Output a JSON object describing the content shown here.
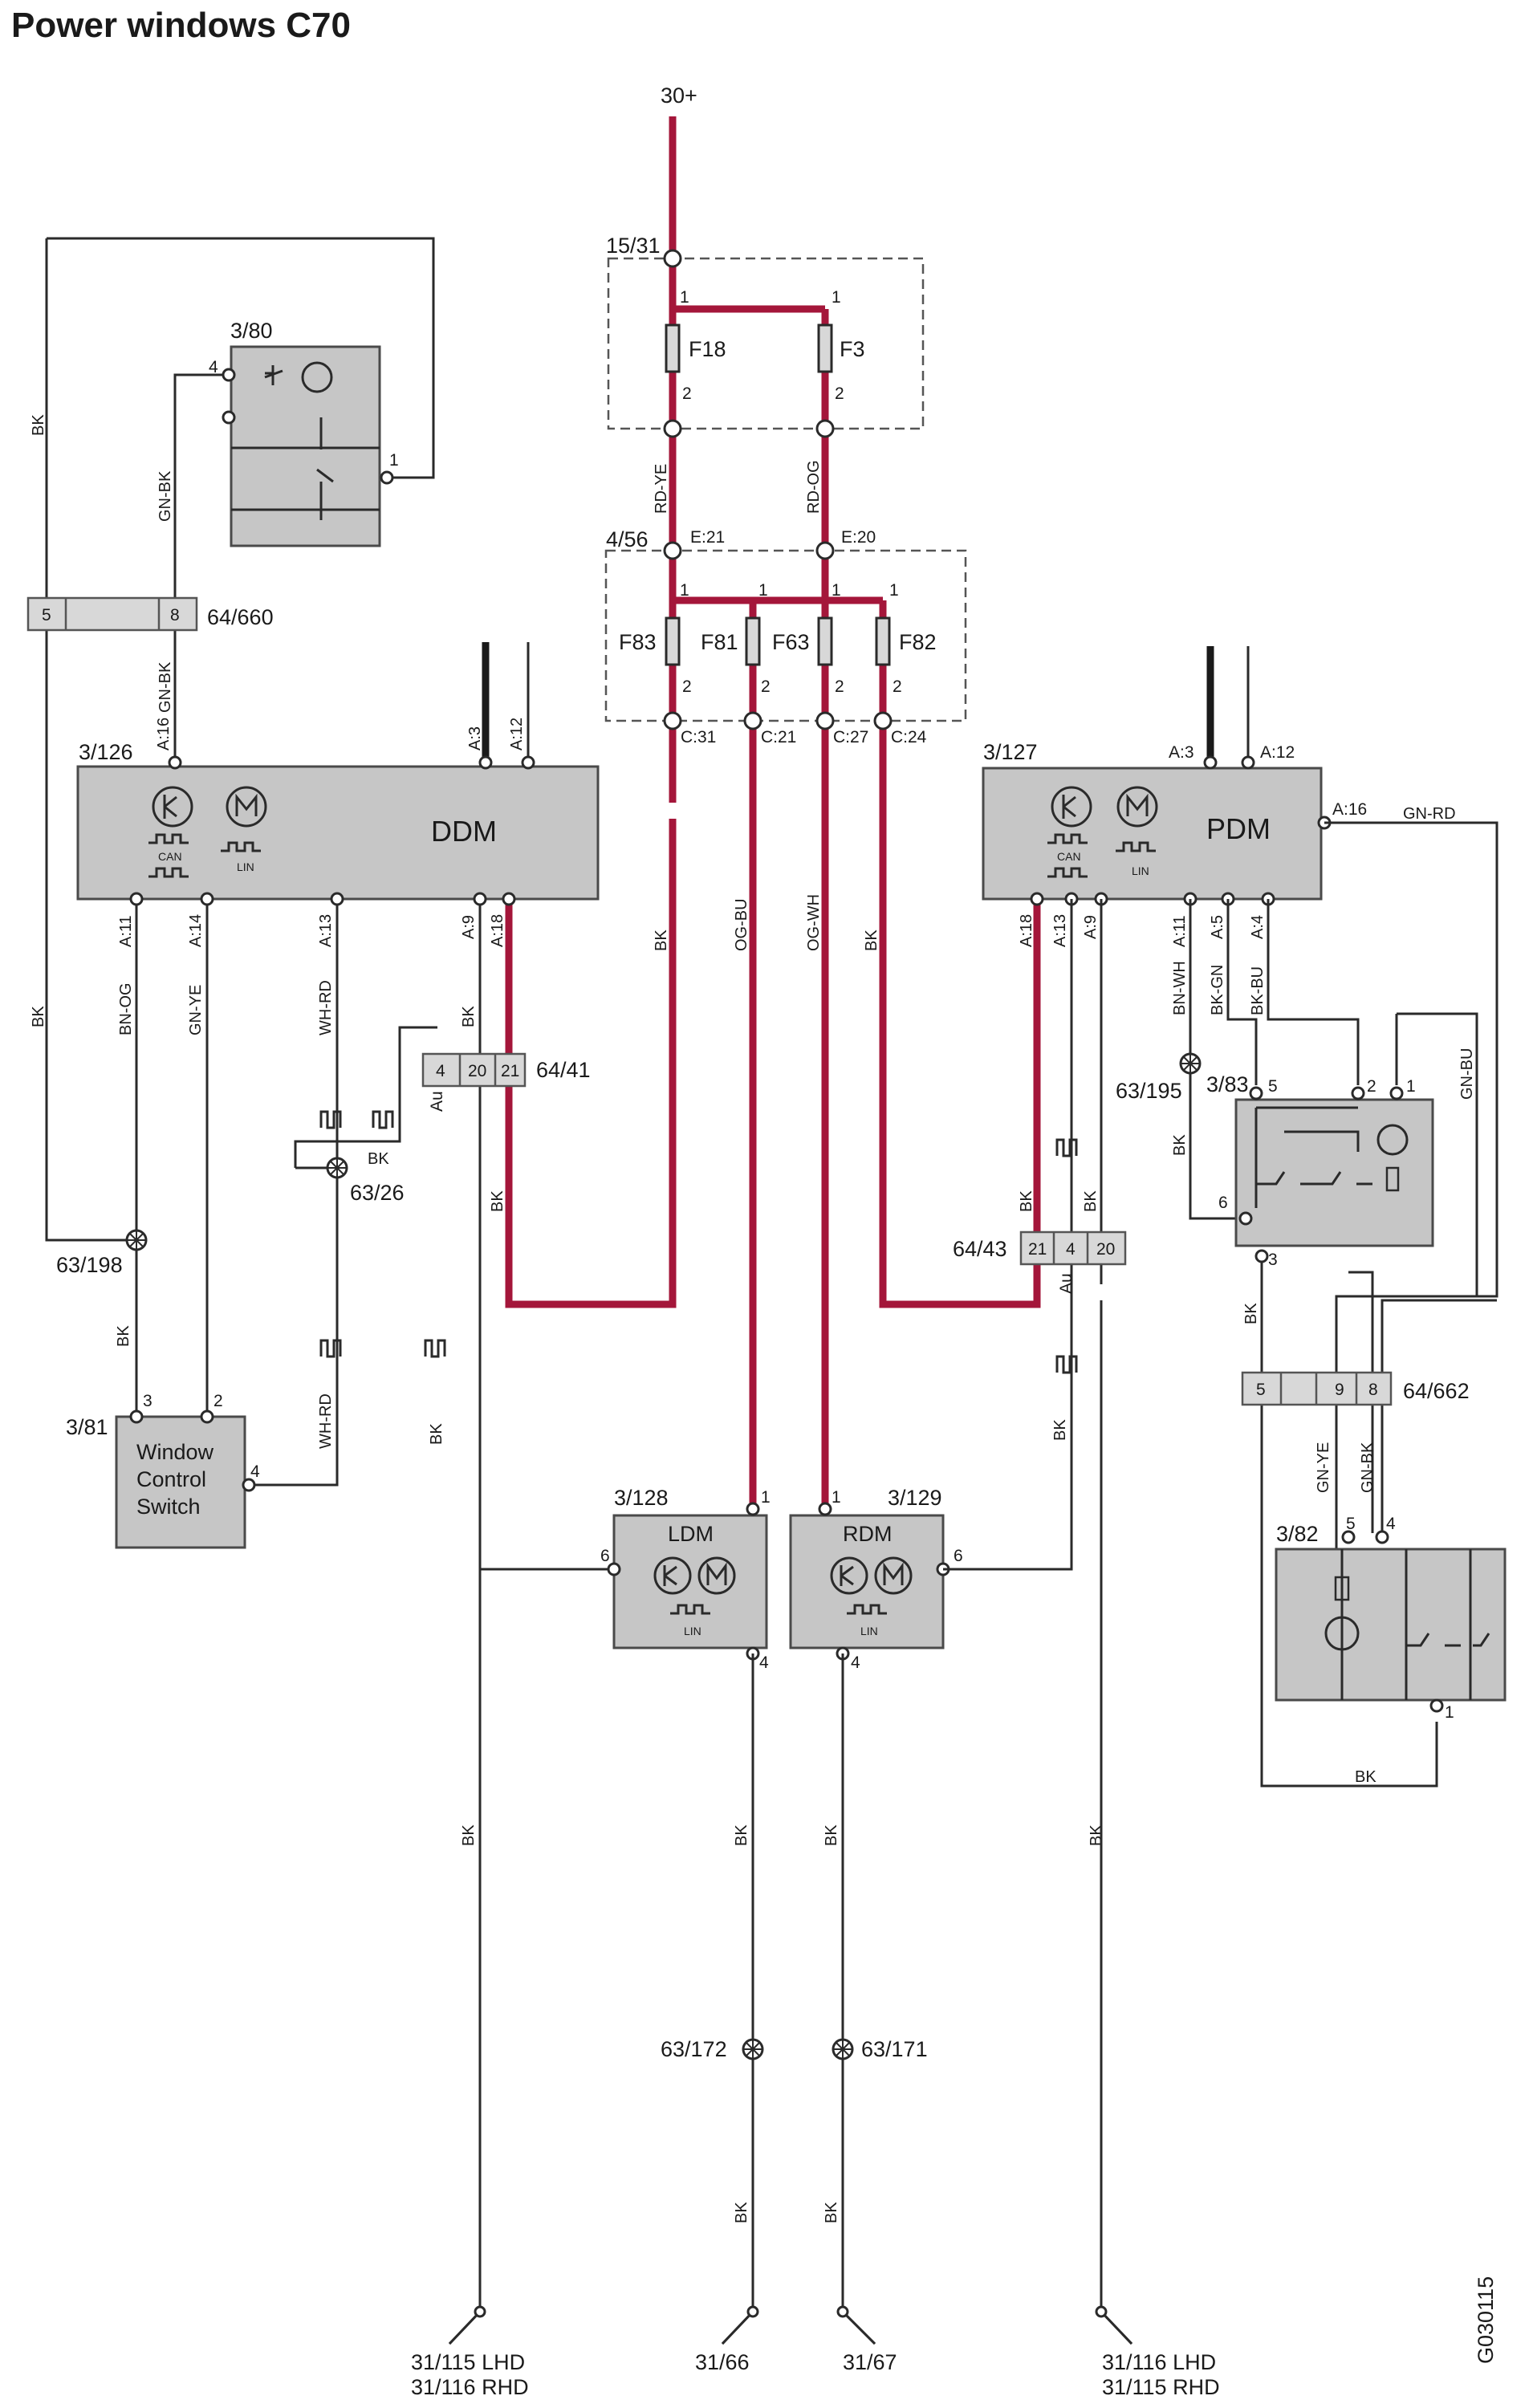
{
  "title": "Power windows C70",
  "doc_id": "G030115",
  "supply": "30+",
  "fuse_boxes": {
    "upper": "15/31",
    "lower": "4/56"
  },
  "fuses": {
    "f18": "F18",
    "f3": "F3",
    "f83": "F83",
    "f81": "F81",
    "f63": "F63",
    "f82": "F82"
  },
  "modules": {
    "ddm": {
      "ref": "3/126",
      "name": "DDM"
    },
    "pdm": {
      "ref": "3/127",
      "name": "PDM"
    },
    "ldm": {
      "ref": "3/128",
      "name": "LDM"
    },
    "rdm": {
      "ref": "3/129",
      "name": "RDM"
    },
    "switch_3_80": {
      "ref": "3/80"
    },
    "switch_3_81": {
      "ref": "3/81",
      "lines": [
        "Window",
        "Control",
        "Switch"
      ]
    },
    "switch_3_82": {
      "ref": "3/82"
    },
    "switch_3_83": {
      "ref": "3/83"
    }
  },
  "connectors": {
    "c64_660": {
      "ref": "64/660",
      "pins": [
        "5",
        "8"
      ]
    },
    "c64_41": {
      "ref": "64/41",
      "pins": [
        "4",
        "20",
        "21"
      ]
    },
    "c64_43": {
      "ref": "64/43",
      "pins": [
        "21",
        "4",
        "20"
      ]
    },
    "c64_662": {
      "ref": "64/662",
      "pins": [
        "5",
        "9",
        "8"
      ]
    }
  },
  "splices": {
    "s63_198": "63/198",
    "s63_26": "63/26",
    "s63_195": "63/195",
    "s63_172": "63/172",
    "s63_171": "63/171"
  },
  "grounds": {
    "g1": [
      "31/115 LHD",
      "31/116 RHD"
    ],
    "g2": [
      "31/66"
    ],
    "g3": [
      "31/67"
    ],
    "g4": [
      "31/116 LHD",
      "31/115 RHD"
    ]
  },
  "wire_colors": {
    "bk": "BK",
    "gnbk": "GN-BK",
    "rdye": "RD-YE",
    "rdog": "RD-OG",
    "ogbu": "OG-BU",
    "ogwh": "OG-WH",
    "bnog": "BN-OG",
    "gnye": "GN-YE",
    "whrd": "WH-RD",
    "gnrd": "GN-RD",
    "bnwh": "BN-WH",
    "bkgn": "BK-GN",
    "bkbu": "BK-BU",
    "gnbu": "GN-BU"
  },
  "terminals": {
    "e21": "E:21",
    "e20": "E:20",
    "c31": "C:31",
    "c21": "C:21",
    "c27": "C:27",
    "c24": "C:24",
    "a3": "A:3",
    "a12": "A:12",
    "a16": "A:16",
    "a11": "A:11",
    "a14": "A:14",
    "a13": "A:13",
    "a9": "A:9",
    "a18": "A:18",
    "a5": "A:5",
    "a4": "A:4"
  },
  "bus_labels": {
    "can": "CAN",
    "lin": "LIN",
    "au": "Au"
  },
  "pin_nums": {
    "p1": "1",
    "p2": "2",
    "p3": "3",
    "p4": "4",
    "p5": "5",
    "p6": "6"
  },
  "colors": {
    "power_wire": "#a4163a",
    "module_fill": "#c6c6c6",
    "wire": "#2a2a2a"
  }
}
